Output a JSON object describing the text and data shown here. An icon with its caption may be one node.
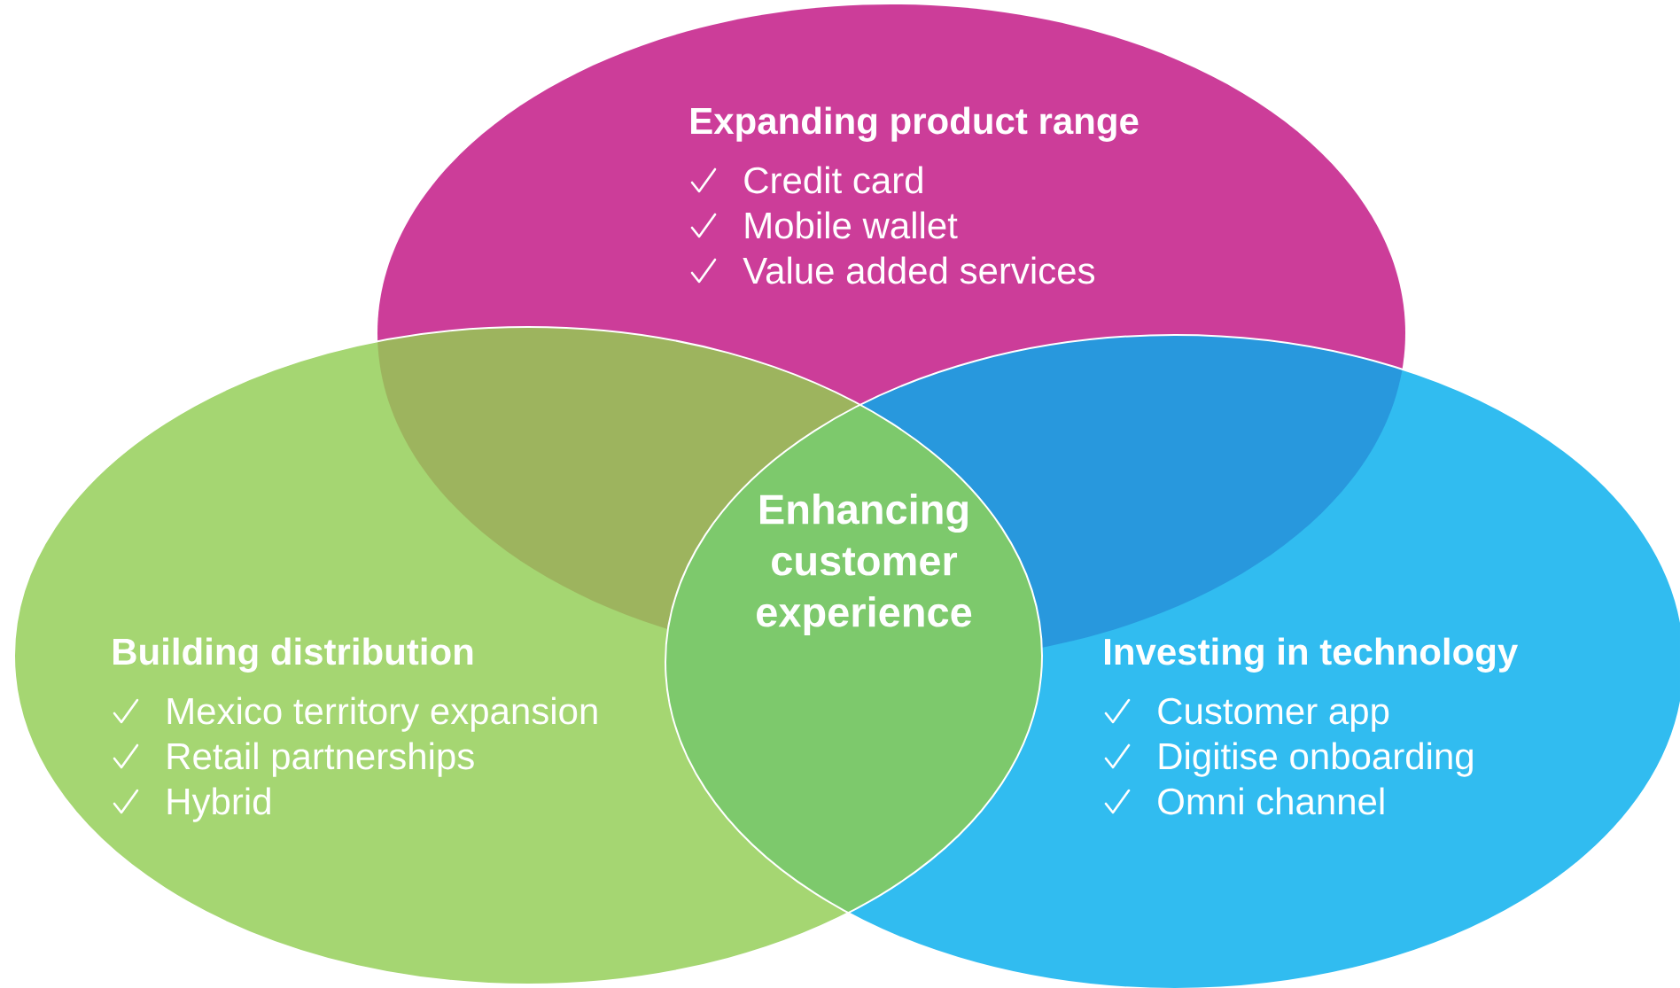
{
  "diagram": {
    "nodes": [
      {
        "text": [
          "Expanding product range",
          "Credit card",
          "Mobile wallet",
          "Value added services"
        ]
      },
      {
        "text": [
          "Building distribution",
          "Mexico territory expansion",
          "Retail partnerships",
          "Hybrid"
        ]
      },
      {
        "text": [
          "Investing in technology",
          "Customer app",
          "Digitise onboarding",
          "Omni channel"
        ]
      },
      {
        "text": [
          "Enhancing customer experience"
        ]
      }
    ],
    "edges": []
  }
}
